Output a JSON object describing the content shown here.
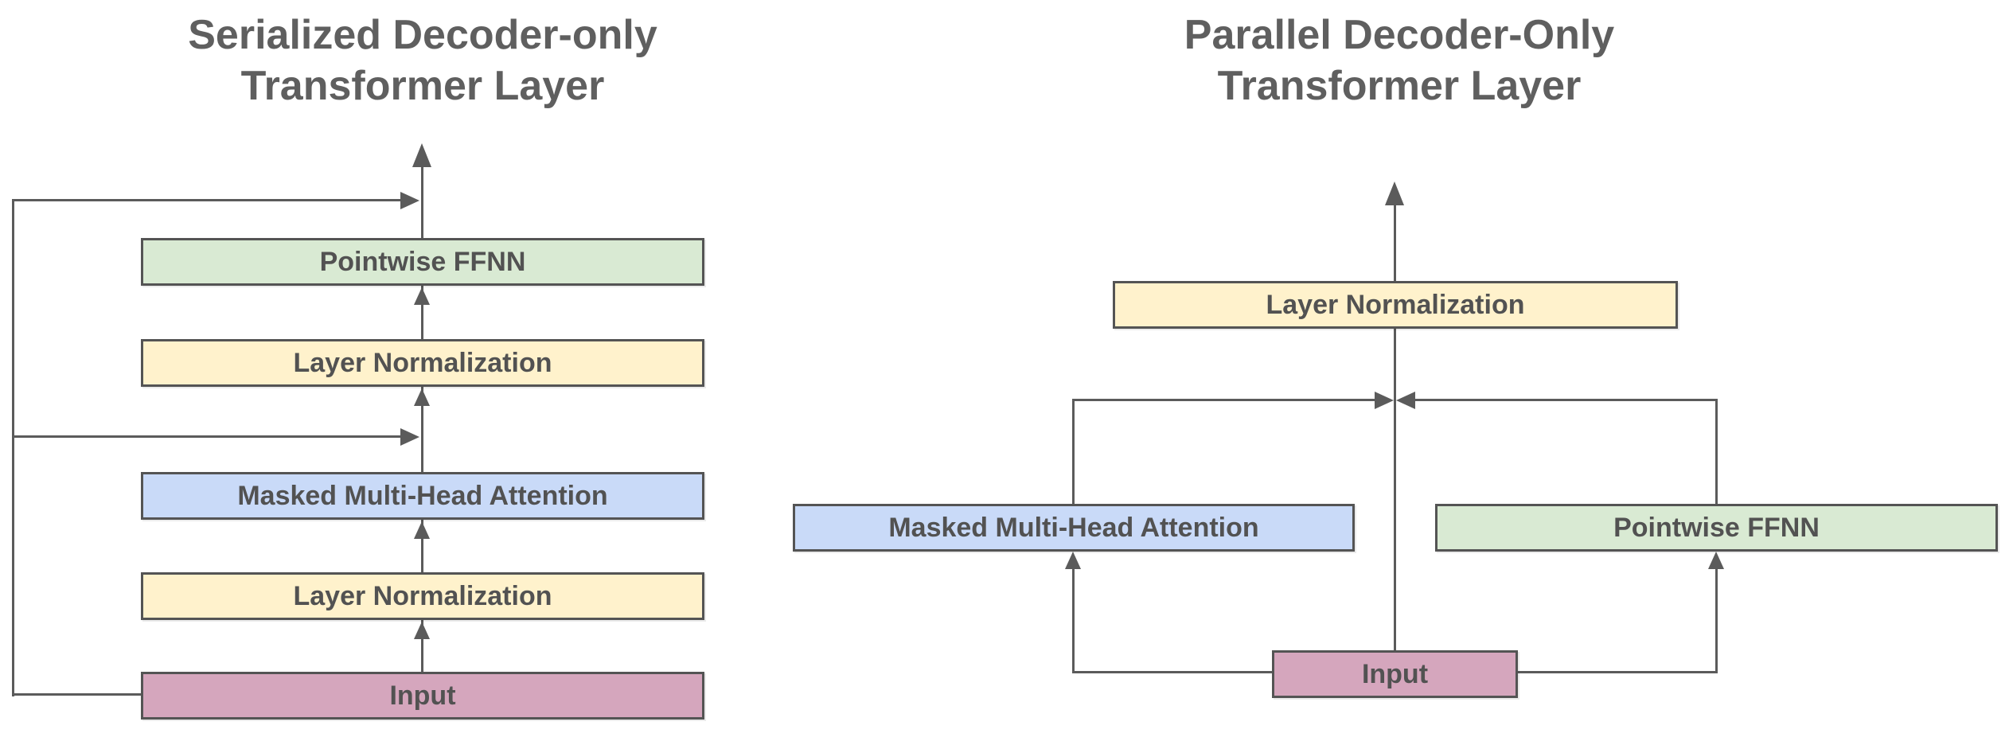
{
  "left_diagram": {
    "title_line1": "Serialized Decoder-only",
    "title_line2": "Transformer Layer",
    "boxes": [
      {
        "id": "pointwise-ffnn",
        "label": "Pointwise FFNN",
        "color": "#d9ead3"
      },
      {
        "id": "layer-norm-upper",
        "label": "Layer Normalization",
        "color": "#fff2cc"
      },
      {
        "id": "masked-multi-head-attention",
        "label": "Masked Multi-Head Attention",
        "color": "#c9daf8"
      },
      {
        "id": "layer-norm-lower",
        "label": "Layer Normalization",
        "color": "#fff2cc"
      },
      {
        "id": "input",
        "label": "Input",
        "color": "#d5a6bd"
      }
    ]
  },
  "right_diagram": {
    "title_line1": "Parallel Decoder-Only",
    "title_line2": "Transformer Layer",
    "boxes": [
      {
        "id": "layer-norm",
        "label": "Layer Normalization",
        "color": "#fff2cc"
      },
      {
        "id": "masked-multi-head-attention",
        "label": "Masked Multi-Head Attention",
        "color": "#c9daf8"
      },
      {
        "id": "pointwise-ffnn",
        "label": "Pointwise FFNN",
        "color": "#d9ead3"
      },
      {
        "id": "input",
        "label": "Input",
        "color": "#d5a6bd"
      }
    ]
  },
  "colors": {
    "green": "#d9ead3",
    "yellow": "#fff2cc",
    "blue": "#c9daf8",
    "pink": "#d5a6bd",
    "line_gray": "#5b5b5b",
    "text_gray": "#525252",
    "title_gray": "#5f5f5f"
  }
}
